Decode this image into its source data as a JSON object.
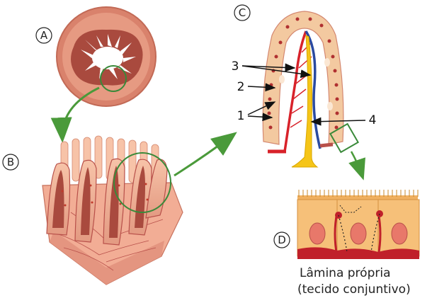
{
  "panels": {
    "a": "A",
    "b": "B",
    "c": "C",
    "d": "D"
  },
  "labels": {
    "one": "1",
    "two": "2",
    "three": "3",
    "four": "4"
  },
  "caption": {
    "line1": "Lâmina própria",
    "line2": "(tecido conjuntivo)"
  },
  "colors": {
    "tissue": "#f0a58e",
    "tissue_dark": "#b8504a",
    "wall_outer": "#d9826c",
    "highlight_circle": "#3a8a3a",
    "pointer_arrow": "#4a9a3a",
    "artery": "#d8222a",
    "vein": "#2a4aa0",
    "lacteal": "#f5c518",
    "epithelium": "#f3c9a0",
    "nucleus": "#c04040"
  }
}
